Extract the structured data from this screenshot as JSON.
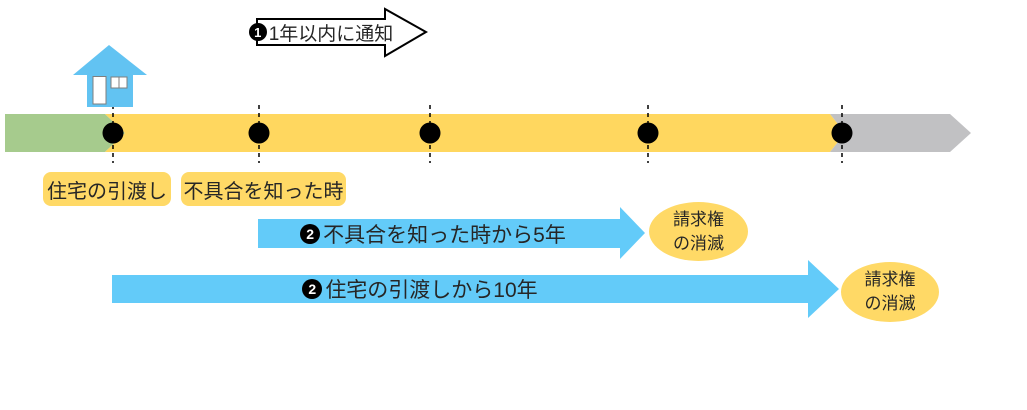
{
  "colors": {
    "bg": "#FFFFFF",
    "house_blue": "#62C3F2",
    "arrow_blue": "#63CBF9",
    "bar_green": "#A6CB8D",
    "bar_yellow": "#FFD75F",
    "bar_gray": "#C1C1C3",
    "label_yellow": "#FFD966",
    "ellipse_yellow": "#FFD966",
    "text_dark": "#262626",
    "outline_black": "#000000"
  },
  "notify_arrow": {
    "badge": "1",
    "label": "1年以内に通知"
  },
  "timeline": {
    "milestones": [
      {
        "label": "住宅の引渡し"
      },
      {
        "label": "不具合を知った時"
      }
    ],
    "dot_count": 5
  },
  "period_arrows": [
    {
      "badge": "2",
      "label": "不具合を知った時から5年"
    },
    {
      "badge": "2",
      "label": "住宅の引渡しから10年"
    }
  ],
  "outcomes": [
    {
      "line1": "請求権",
      "line2": "の消滅"
    },
    {
      "line1": "請求権",
      "line2": "の消滅"
    }
  ]
}
